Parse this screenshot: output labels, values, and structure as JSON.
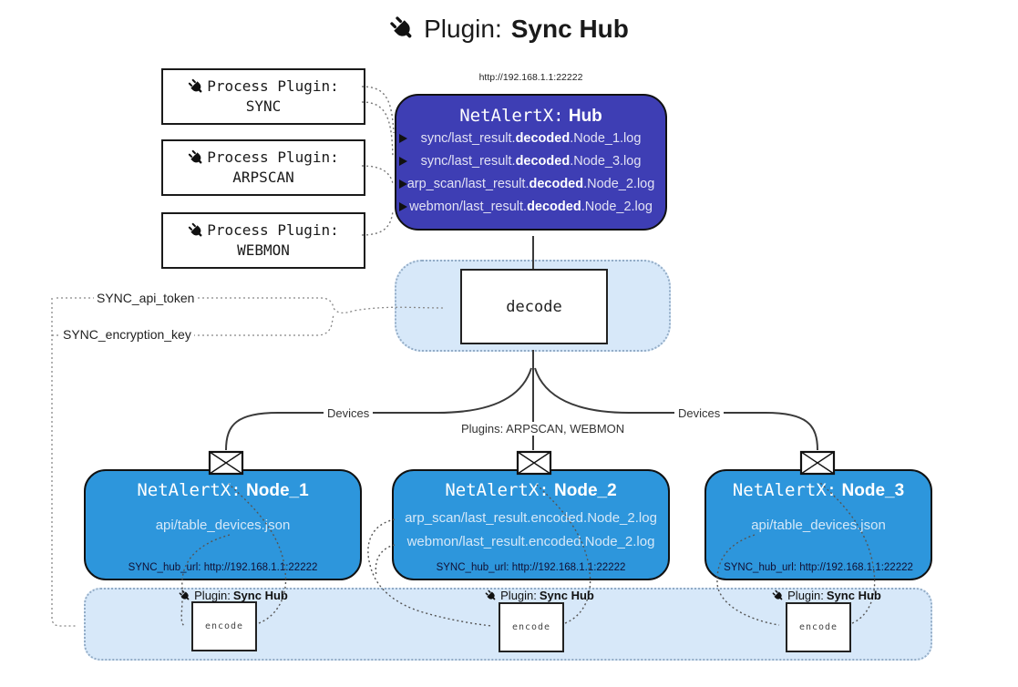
{
  "title": {
    "prefix": "Plugin:",
    "name": "Sync Hub"
  },
  "process_plugins": [
    {
      "label": "Process Plugin:",
      "name": "SYNC"
    },
    {
      "label": "Process Plugin:",
      "name": "ARPSCAN"
    },
    {
      "label": "Process Plugin:",
      "name": "WEBMON"
    }
  ],
  "hub": {
    "url_label": "http://192.168.1.1:22222",
    "title_prefix": "NetAlertX:",
    "title_name": "Hub",
    "logs": [
      {
        "pre": "sync/last_result.",
        "bold": "decoded",
        "post": ".Node_1.log"
      },
      {
        "pre": "sync/last_result.",
        "bold": "decoded",
        "post": ".Node_3.log"
      },
      {
        "pre": "arp_scan/last_result.",
        "bold": "decoded",
        "post": ".Node_2.log"
      },
      {
        "pre": "webmon/last_result.",
        "bold": "decoded",
        "post": ".Node_2.log"
      }
    ]
  },
  "decode": {
    "label": "decode"
  },
  "config": {
    "api_token": "SYNC_api_token",
    "encryption_key": "SYNC_encryption_key"
  },
  "edges": {
    "devices_left": "Devices",
    "plugins_mid": "Plugins: ARPSCAN, WEBMON",
    "devices_right": "Devices"
  },
  "nodes": [
    {
      "title_prefix": "NetAlertX:",
      "title_name": "Node_1",
      "files": [
        "api/table_devices.json"
      ],
      "hub_url": "SYNC_hub_url: http://192.168.1.1:22222"
    },
    {
      "title_prefix": "NetAlertX:",
      "title_name": "Node_2",
      "files": [
        "arp_scan/last_result.encoded.Node_2.log",
        "webmon/last_result.encoded.Node_2.log"
      ],
      "hub_url": "SYNC_hub_url: http://192.168.1.1:22222"
    },
    {
      "title_prefix": "NetAlertX:",
      "title_name": "Node_3",
      "files": [
        "api/table_devices.json"
      ],
      "hub_url": "SYNC_hub_url: http://192.168.1.1:22222"
    }
  ],
  "encoders": [
    {
      "prefix": "Plugin:",
      "name": "Sync Hub",
      "box": "encode"
    },
    {
      "prefix": "Plugin:",
      "name": "Sync Hub",
      "box": "encode"
    },
    {
      "prefix": "Plugin:",
      "name": "Sync Hub",
      "box": "encode"
    }
  ],
  "colors": {
    "hub_bg": "#3E3EB4",
    "node_bg": "#2D96DC",
    "panel_bg": "#D7E8F9",
    "panel_border": "#93ACC6",
    "line": "#3a3a3a",
    "ink": "#1a1a1a"
  }
}
